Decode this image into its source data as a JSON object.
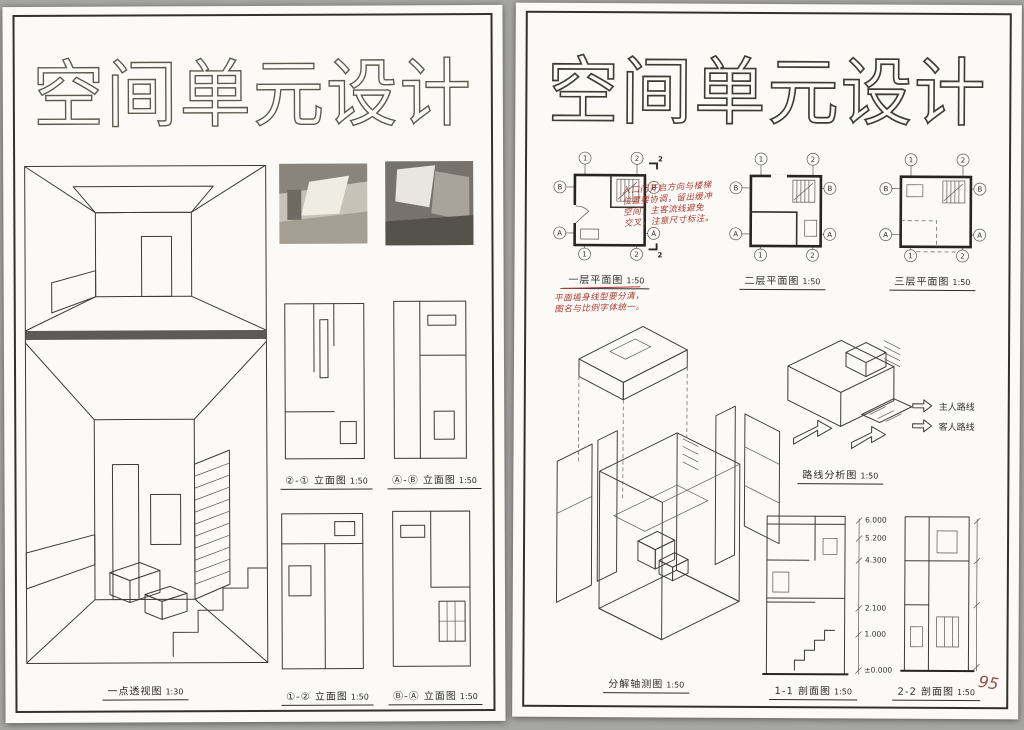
{
  "photo": {
    "page_number": "95"
  },
  "left_sheet": {
    "title": "空间单元设计",
    "captions": {
      "perspective": {
        "label": "一点透视图",
        "scale": "1:30"
      },
      "elev_a": {
        "label": "②-① 立面图",
        "scale": "1:50"
      },
      "elev_b": {
        "label": "Ⓐ-Ⓑ 立面图",
        "scale": "1:50"
      },
      "elev_c": {
        "label": "①-② 立面图",
        "scale": "1:50"
      },
      "elev_d": {
        "label": "Ⓑ-Ⓐ 立面图",
        "scale": "1:50"
      }
    }
  },
  "right_sheet": {
    "title": "空间单元设计",
    "captions": {
      "plan1": {
        "label": "一层平面图",
        "scale": "1:50"
      },
      "plan2": {
        "label": "二层平面图",
        "scale": "1:50"
      },
      "plan3": {
        "label": "三层平面图",
        "scale": "1:50"
      },
      "axon": {
        "label": "分解轴测图",
        "scale": "1:50"
      },
      "route": {
        "label": "路线分析图",
        "scale": "1:50"
      },
      "section1": {
        "label": "1-1 剖面图",
        "scale": "1:50"
      },
      "section2": {
        "label": "2-2 剖面图",
        "scale": "1:50"
      }
    },
    "axis": {
      "a1": "1",
      "a2": "2",
      "aa": "A",
      "ab": "B",
      "cut": "2"
    },
    "legend": {
      "host": "主人路线",
      "guest": "客人路线"
    },
    "levels": [
      "6.000",
      "5.200",
      "4.300",
      "2.100",
      "1.000",
      "±0.000"
    ],
    "annotations": {
      "cluster1": [
        "入口门开启方向与楼梯",
        "位置要协调，留出缓冲",
        "空间，主客流线避免",
        "交叉，注意尺寸标注。"
      ],
      "cluster2": [
        "平面墙身线型要分清，",
        "图名与比例字体统一。"
      ]
    }
  }
}
